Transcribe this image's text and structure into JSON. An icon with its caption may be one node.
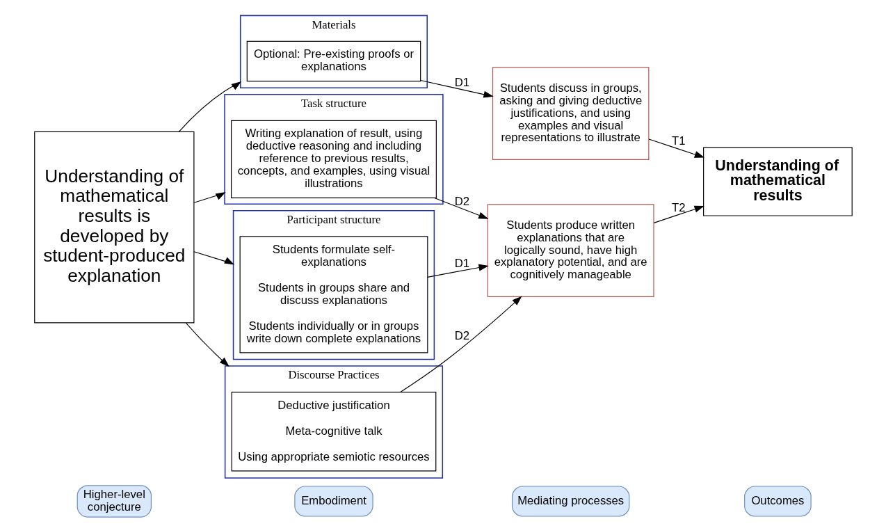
{
  "diagram": {
    "nodes": [
      {
        "text": [
          "Higher-level conjecture"
        ]
      },
      {
        "text": [
          "Embodiment"
        ]
      },
      {
        "text": [
          "Mediating processes"
        ]
      },
      {
        "text": [
          "Outcomes"
        ]
      },
      {
        "text": [
          "Understanding of mathematical results is developed by student-produced explanation"
        ]
      },
      {
        "text": [
          "Materials"
        ]
      },
      {
        "text": [
          "Optional: Pre-existing proofs or explanations"
        ],
        "in": 5
      },
      {
        "text": [
          "Task structure"
        ]
      },
      {
        "text": [
          "Writing explanation of result, using deductive reasoning and including reference to previous results, concepts, and examples, using visual illustrations"
        ],
        "in": 7
      },
      {
        "text": [
          "Participant structure"
        ]
      },
      {
        "text": [
          "Students formulate self-explanations",
          "Students in groups share and discuss explanations",
          "Students individually or in groups write down complete explanations"
        ],
        "in": 9
      },
      {
        "text": [
          "Discourse Practices"
        ]
      },
      {
        "text": [
          "Deductive justification",
          "Meta-cognitive talk",
          "Using appropriate semiotic resources"
        ],
        "in": 11
      },
      {
        "text": [
          "Students discuss in groups, asking and giving deductive justifications, and using examples and visual representations to illustrate"
        ]
      },
      {
        "text": [
          "Students produce written explanations that are logically sound, have high explanatory potential, and are cognitively manageable"
        ]
      },
      {
        "text": [
          "Understanding of mathematical results"
        ]
      }
    ],
    "edges": [
      {
        "from": 4,
        "to": 5,
        "arrow": "to"
      },
      {
        "from": 4,
        "to": 7,
        "arrow": "to"
      },
      {
        "from": 4,
        "to": 9,
        "arrow": "to"
      },
      {
        "from": 4,
        "to": 11,
        "arrow": "to"
      },
      {
        "from": 6,
        "to": 13,
        "arrow": "to",
        "label": "D1"
      },
      {
        "from": 8,
        "to": 14,
        "arrow": "to",
        "label": "D2"
      },
      {
        "from": 10,
        "to": 14,
        "arrow": "to",
        "label": "D1"
      },
      {
        "from": 12,
        "to": 14,
        "arrow": "to",
        "label": "D2"
      },
      {
        "from": 13,
        "to": 15,
        "arrow": "to",
        "label": "T1"
      },
      {
        "from": 14,
        "to": 15,
        "arrow": "to",
        "label": "T2"
      }
    ]
  }
}
